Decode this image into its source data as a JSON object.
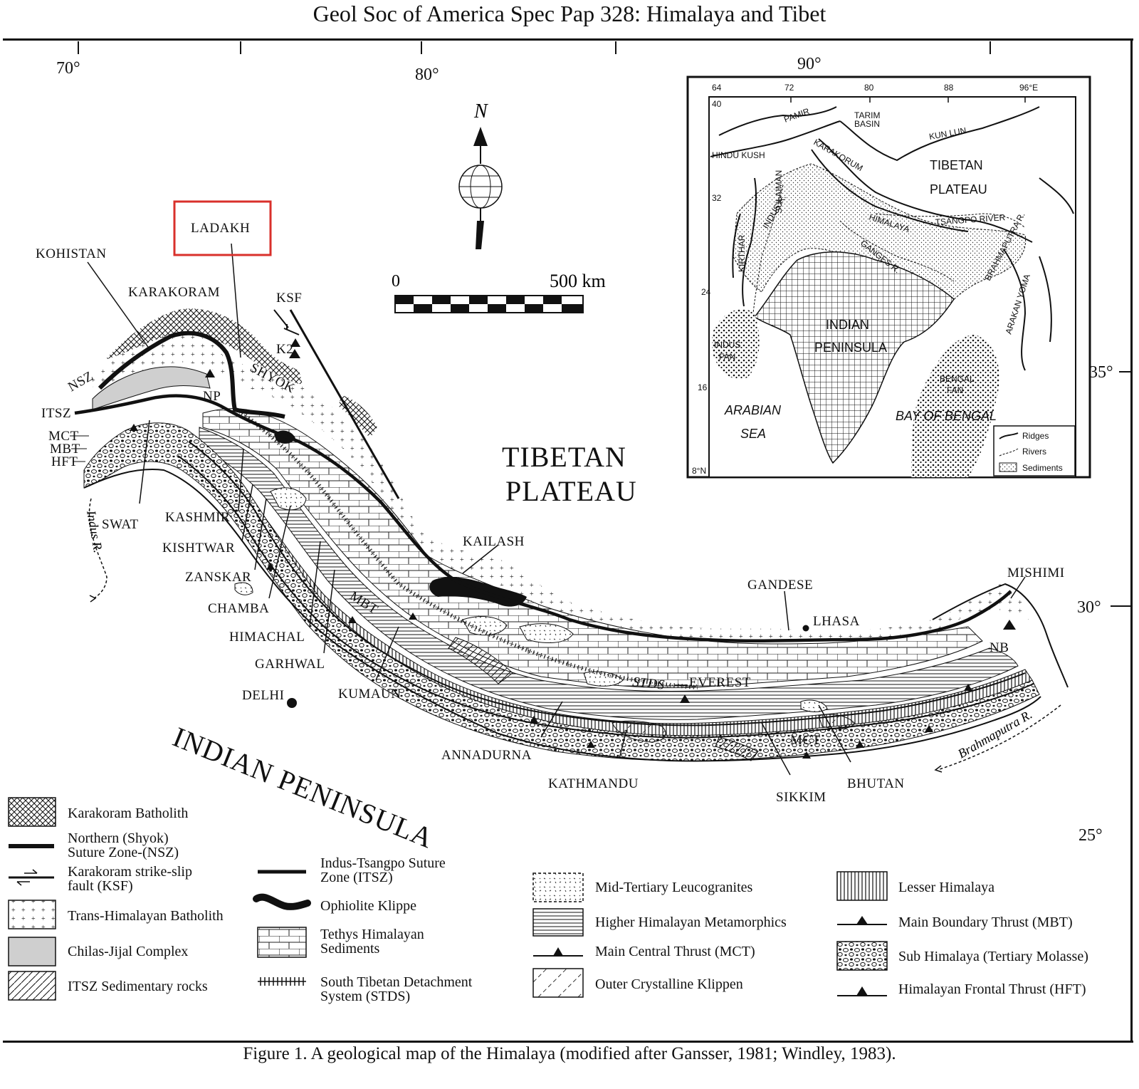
{
  "header": {
    "title": "Geol Soc of America Spec Pap 328:  Himalaya and Tibet"
  },
  "caption": "Figure 1. A geological map of the Himalaya (modified after Gansser, 1981; Windley, 1983).",
  "graticule": {
    "top": [
      "70°",
      "80°",
      "90°"
    ],
    "right": [
      "35°",
      "30°",
      "25°"
    ]
  },
  "compass": {
    "north": "N"
  },
  "scale_bar": {
    "start": "0",
    "end": "500 km"
  },
  "regions": {
    "tibetan_plateau": [
      "TIBETAN",
      "PLATEAU"
    ],
    "indian_peninsula": "INDIAN PENINSULA"
  },
  "place_labels": {
    "ladakh": "LADAKH",
    "kohistan": "KOHISTAN",
    "karakoram": "KARAKORAM",
    "ksf": "KSF",
    "k2": "K2",
    "shyok": "SHYOK",
    "nsz": "NSZ",
    "np": "NP",
    "itsz": "ITSZ",
    "mct": "MCT",
    "mbt": "MBT",
    "hft": "HFT",
    "swat": "SWAT",
    "kashmir": "KASHMIR",
    "kishtwar": "KISHTWAR",
    "zanskar": "ZANSKAR",
    "chamba": "CHAMBA",
    "himachal": "HIMACHAL",
    "garhwal": "GARHWAL",
    "delhi": "DELHI",
    "kumaun": "KUMAUN",
    "mbt_belt": "MBT",
    "kailash": "KAILASH",
    "gandese": "GANDESE",
    "lhasa": "LHASA",
    "mishimi": "MISHIMI",
    "nb": "NB",
    "stds": "STDS",
    "everest": "EVEREST",
    "mct_belt": "MCT",
    "annadurna": "ANNADURNA",
    "kathmandu": "KATHMANDU",
    "sikkim": "SIKKIM",
    "bhutan": "BHUTAN",
    "indus_r": "Indus R.",
    "brahmaputra_r": "Brahmaputra R."
  },
  "inset": {
    "lon_ticks": [
      "64",
      "72",
      "80",
      "88",
      "96°E"
    ],
    "lat_ticks": [
      "40",
      "32",
      "24",
      "16",
      "8°N"
    ],
    "labels": {
      "pamir": "PAMIR",
      "tarim": [
        "TARIM",
        "BASIN"
      ],
      "kunlun": "KUN LUN",
      "tibetan": [
        "TIBETAN",
        "PLATEAU"
      ],
      "hindukush": "HINDU KUSH",
      "karakorum": "KARAKORUM",
      "sulaiman": "SULAIMAN",
      "kirthar": "KIRTHAR",
      "indus_r": "INDUS R.",
      "tsangpo": "TSANGPO RIVER",
      "himalaya": "HIMALAYA",
      "ganges": "GANGES R.",
      "brahmaputra": "BRAHMAPUTRA R.",
      "arakan": "ARAKAN YOMA",
      "indian": [
        "INDIAN",
        "PENINSULA"
      ],
      "indus_fan": [
        "INDUS",
        "FAN"
      ],
      "bengal_fan": [
        "BENGAL",
        "FAN"
      ],
      "arabian": [
        "ARABIAN",
        "SEA"
      ],
      "bay": "BAY OF BENGAL"
    },
    "legend": [
      "Ridges",
      "Rivers",
      "Sediments"
    ]
  },
  "legend": [
    {
      "id": "karakoram-batholith",
      "label": [
        "Karakoram Batholith"
      ]
    },
    {
      "id": "nsz",
      "label": [
        "Northern (Shyok)",
        "Suture Zone-(NSZ)"
      ]
    },
    {
      "id": "ksf",
      "label": [
        "Karakoram strike-slip",
        "fault (KSF)"
      ]
    },
    {
      "id": "trans-himalayan",
      "label": [
        "Trans-Himalayan Batholith"
      ]
    },
    {
      "id": "chilas-jijal",
      "label": [
        "Chilas-Jijal Complex"
      ]
    },
    {
      "id": "itsz-sed",
      "label": [
        "ITSZ Sedimentary rocks"
      ]
    },
    {
      "id": "itsz",
      "label": [
        "Indus-Tsangpo Suture",
        "Zone (ITSZ)"
      ]
    },
    {
      "id": "ophiolite",
      "label": [
        "Ophiolite Klippe"
      ]
    },
    {
      "id": "tethys",
      "label": [
        "Tethys Himalayan",
        "Sediments"
      ]
    },
    {
      "id": "stds",
      "label": [
        "South Tibetan Detachment",
        "System (STDS)"
      ]
    },
    {
      "id": "leucogranites",
      "label": [
        "Mid-Tertiary Leucogranites"
      ]
    },
    {
      "id": "higher-himalayan",
      "label": [
        "Higher Himalayan Metamorphics"
      ]
    },
    {
      "id": "mct",
      "label": [
        "Main Central Thrust (MCT)"
      ]
    },
    {
      "id": "outer-crystalline",
      "label": [
        "Outer Crystalline Klippen"
      ]
    },
    {
      "id": "lesser-himalaya",
      "label": [
        "Lesser Himalaya"
      ]
    },
    {
      "id": "mbt",
      "label": [
        "Main Boundary Thrust (MBT)"
      ]
    },
    {
      "id": "sub-himalaya",
      "label": [
        "Sub Himalaya (Tertiary Molasse)"
      ]
    },
    {
      "id": "hft",
      "label": [
        "Himalayan Frontal Thrust (HFT)"
      ]
    }
  ],
  "colors": {
    "ink": "#111111",
    "highlight_box": "#d9302b",
    "chilas_fill": "#cfcfcf"
  }
}
